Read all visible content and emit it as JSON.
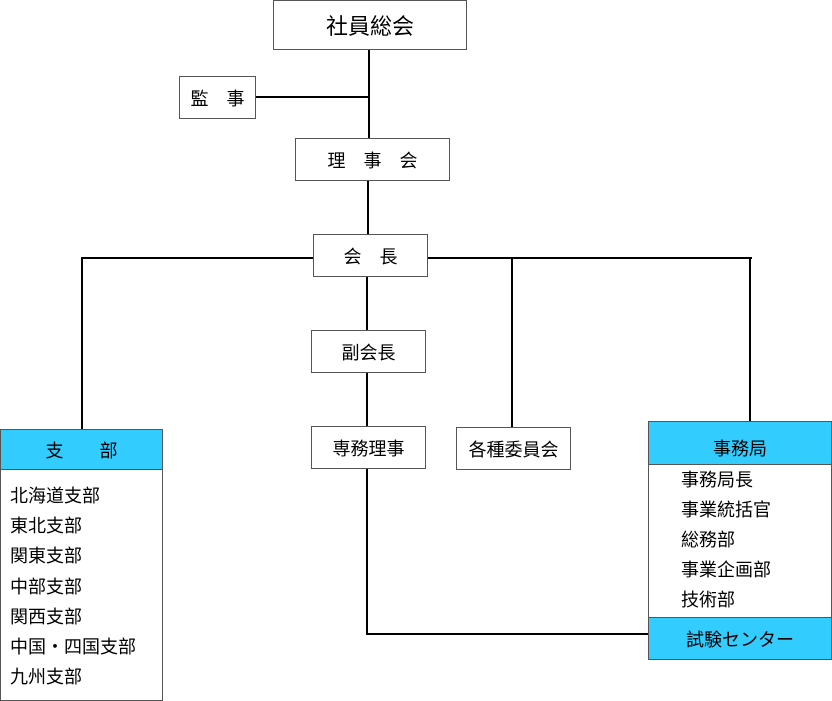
{
  "nodes": {
    "general_meeting": "社員総会",
    "auditor": "監　事",
    "board": "理　事　会",
    "president": "会　長",
    "vice_president": "副会長",
    "executive_director": "専務理事",
    "committees": "各種委員会"
  },
  "branches": {
    "title": "支　　部",
    "items": [
      "北海道支部",
      "東北支部",
      "関東支部",
      "中部支部",
      "関西支部",
      "中国・四国支部",
      "九州支部"
    ]
  },
  "secretariat": {
    "title": "事務局",
    "items": [
      "事務局長",
      "事業統括官",
      "総務部",
      "事業企画部",
      "技術部"
    ],
    "test_center": "試験センター"
  },
  "colors": {
    "header_fill": "#33ccff",
    "line": "#000000",
    "border": "#555555"
  }
}
